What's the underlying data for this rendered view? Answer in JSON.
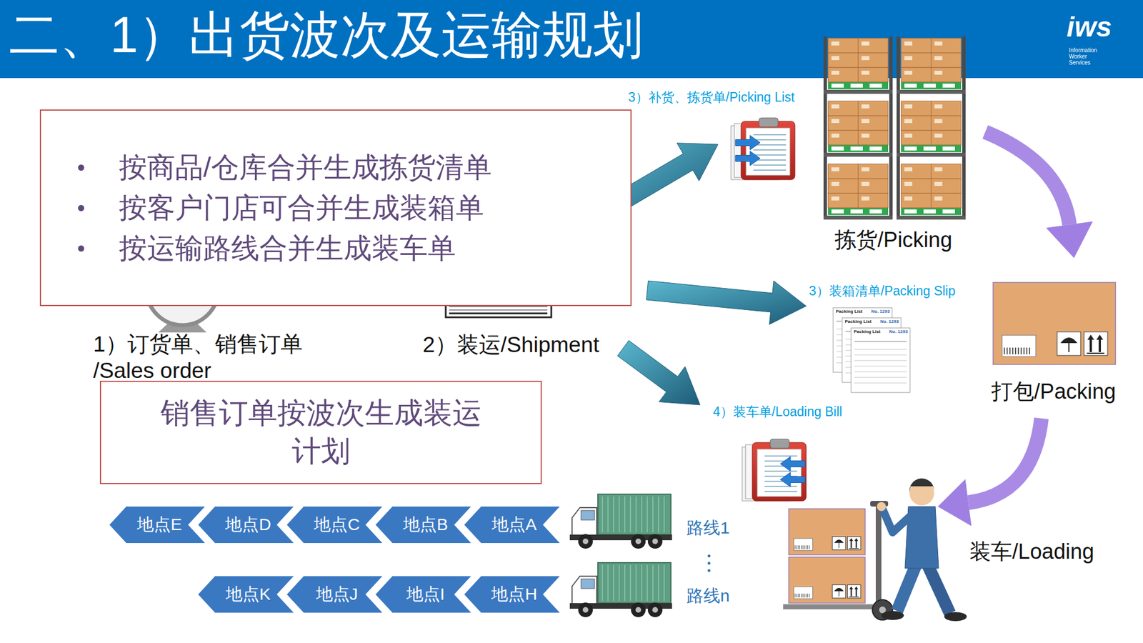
{
  "diagram": {
    "title": "二、1）出货波次及运输规划",
    "nodes": [
      {
        "text": [
          "按商品/仓库合并生成拣货清单",
          "按客户门店可合并生成装箱单",
          "按运输路线合并生成装车单"
        ]
      },
      {
        "text": [
          "销售订单按波次生成装运计划"
        ]
      },
      {
        "text": [
          "地点E"
        ]
      },
      {
        "text": [
          "地点D"
        ]
      },
      {
        "text": [
          "地点C"
        ]
      },
      {
        "text": [
          "地点B"
        ]
      },
      {
        "text": [
          "地点A"
        ]
      },
      {
        "text": [
          "地点K"
        ]
      },
      {
        "text": [
          "地点J"
        ]
      },
      {
        "text": [
          "地点I"
        ]
      },
      {
        "text": [
          "地点H"
        ]
      }
    ],
    "labels": [
      "1）订货单、销售订单 /Sales order",
      "2）装运/Shipment",
      "3）补货、拣货单/Picking List",
      "拣货/Picking",
      "3）装箱清单/Packing Slip",
      "打包/Packing",
      "4）装车单/Loading Bill",
      "装车/Loading",
      "路线1",
      "路线n",
      "iws",
      "Information",
      "Worker",
      "Services",
      "Packing List",
      "Packing List",
      "Packing List",
      "No. 1293",
      "No. 1293",
      "No. 1293"
    ]
  }
}
